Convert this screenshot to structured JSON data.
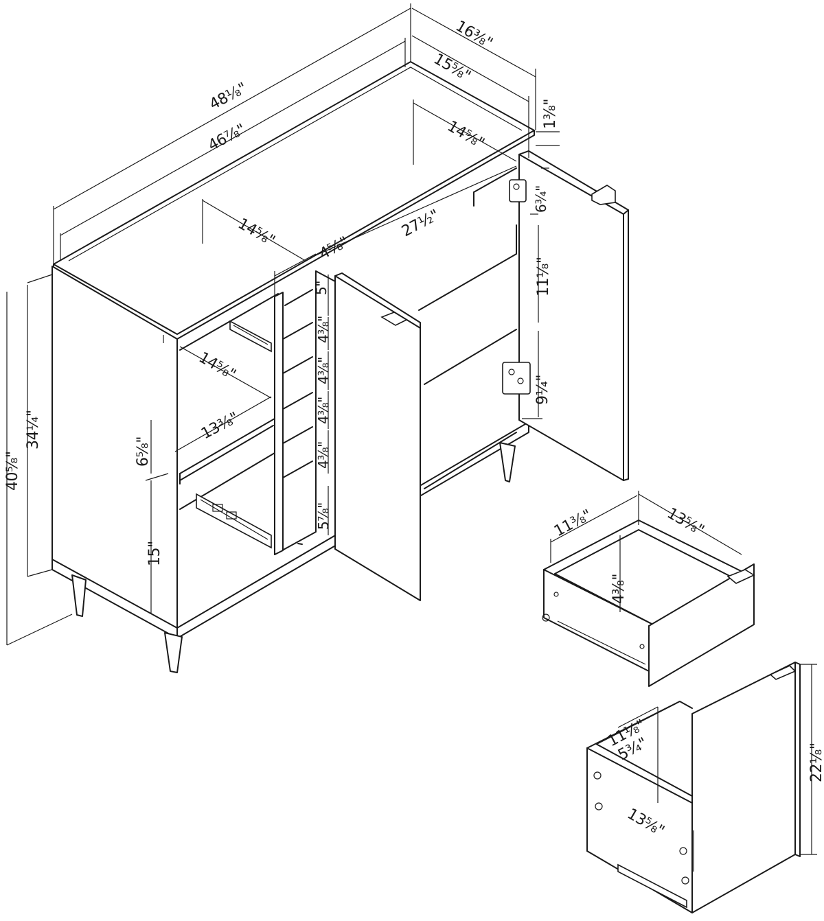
{
  "dimensions": {
    "total_width": "48⅛\"",
    "inner_top_width": "46⅞\"",
    "total_depth": "16⅜\"",
    "inner_depth": "15⅝\"",
    "top_thickness": "1⅜\"",
    "shelf_depth_top": "14⅝\"",
    "shelf_depth_left_top": "14⅝\"",
    "center_column_width": "4⅝\"",
    "right_compartment_width": "27½\"",
    "hinge_offset_top": "6¾\"",
    "right_upper_height": "11⅛\"",
    "right_lower_height": "9¼\"",
    "left_shelf_depth": "14⅝\"",
    "left_width": "13⅜\"",
    "left_middle_height": "6⅝\"",
    "left_lower_height": "15\"",
    "cabinet_height": "34¼\"",
    "overall_height": "40⅝\"",
    "cubby_1": "5\"",
    "cubby_2": "4⅜\"",
    "cubby_3": "4⅜\"",
    "cubby_4": "4⅜\"",
    "cubby_5": "4⅜\"",
    "cubby_6": "5⅞\"",
    "drawer_width": "11⅜\"",
    "drawer_depth": "13⅝\"",
    "drawer_height": "4⅜\"",
    "pullout_width": "11⅛\"",
    "pullout_height": "5¾\"",
    "pullout_depth": "13⅝\"",
    "pullout_door_height": "22⅛\""
  }
}
